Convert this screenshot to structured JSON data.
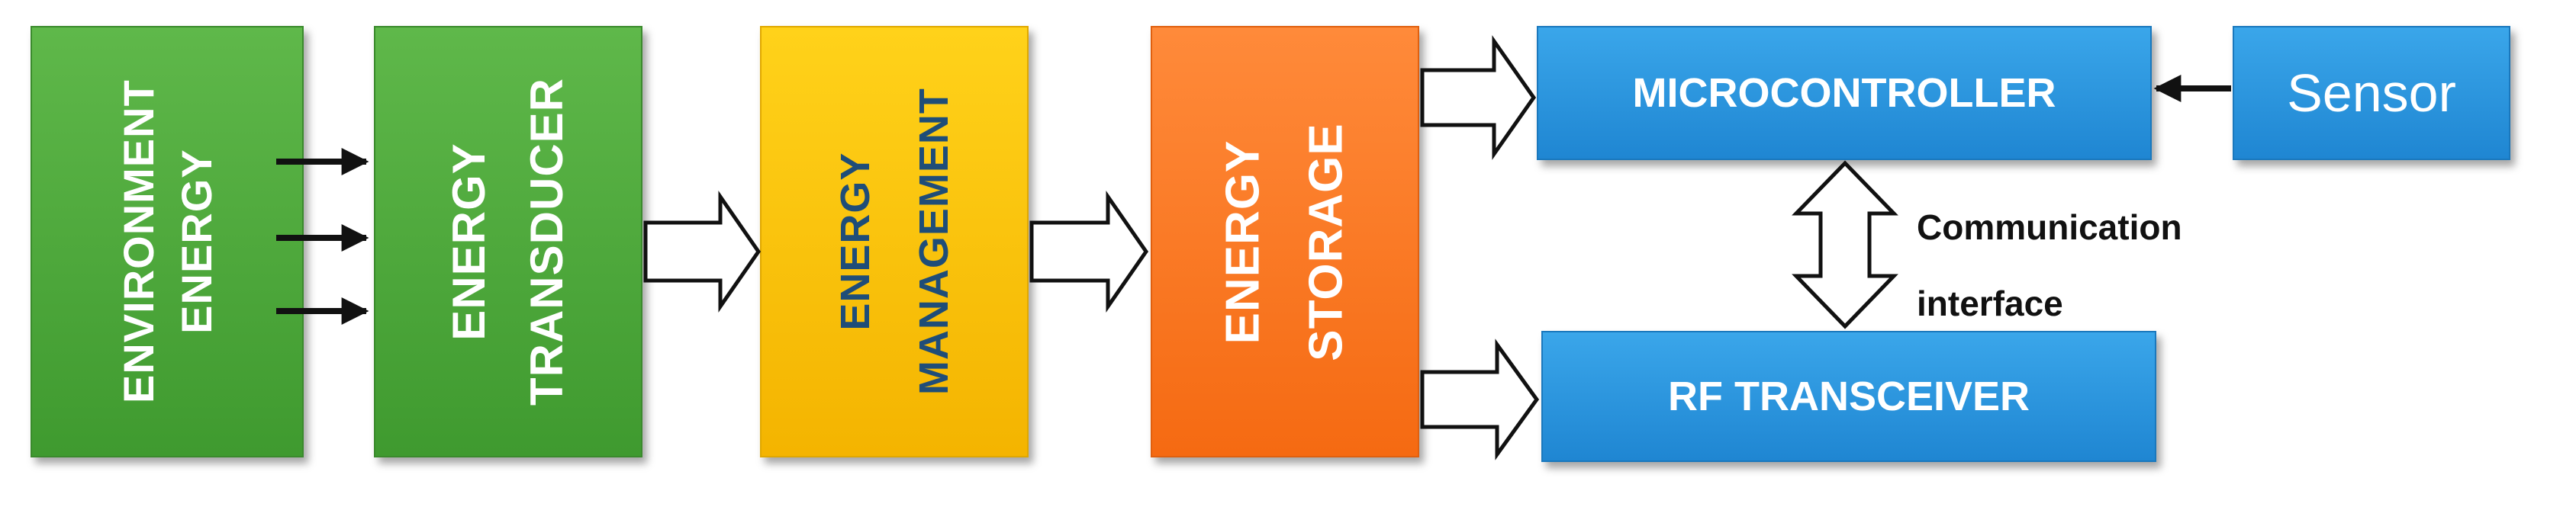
{
  "diagram": {
    "blocks": {
      "environment_energy": {
        "line1": "ENVIRONMENT",
        "line2": "ENERGY"
      },
      "energy_transducer": {
        "line1": "ENERGY",
        "line2": "TRANSDUCER"
      },
      "energy_management": {
        "line1": "ENERGY",
        "line2": "MANAGEMENT"
      },
      "energy_storage": {
        "line1": "ENERGY",
        "line2": "STORAGE"
      },
      "microcontroller": {
        "label": "MICROCONTROLLER"
      },
      "sensor": {
        "label": "Sensor"
      },
      "rf_transceiver": {
        "label": "RF TRANSCEIVER"
      }
    },
    "communication_label": {
      "line1": "Communication",
      "line2": "interface"
    },
    "colors": {
      "green": "#4caf3a",
      "yellow": "#ffc20e",
      "orange": "#f97a26",
      "blue": "#2b96de",
      "management_text": "#1f4d78"
    }
  }
}
